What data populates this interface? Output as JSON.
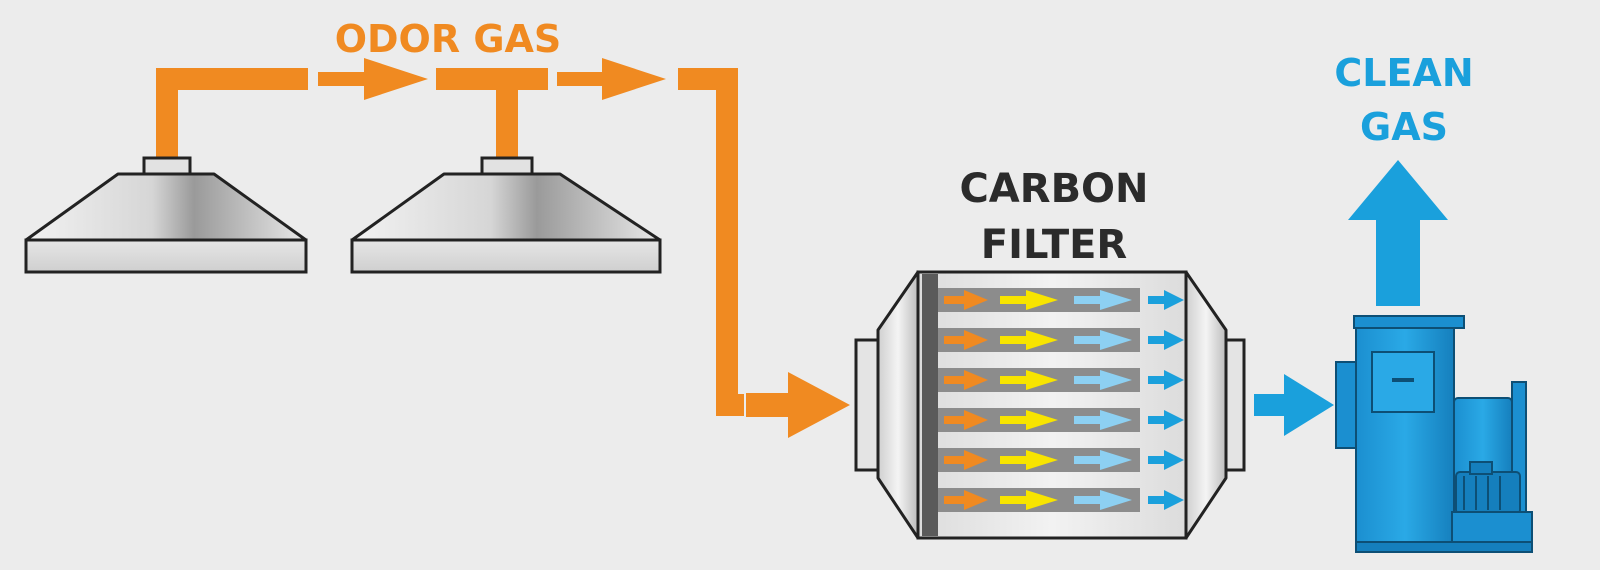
{
  "labels": {
    "odor_gas": "ODOR GAS",
    "carbon_filter_line1": "CARBON",
    "carbon_filter_line2": "FILTER",
    "clean_gas_line1": "CLEAN",
    "clean_gas_line2": "GAS"
  },
  "colors": {
    "background": "#ececec",
    "odor_orange": "#f08a21",
    "clean_blue": "#1aa0dc",
    "light_blue": "#8dd0f2",
    "yellow": "#f7e400",
    "dark_text": "#2b2b2b",
    "outline": "#222222"
  },
  "icons": [
    "hood-icon",
    "pipe-icon",
    "arrow-icon",
    "carbon-filter-icon",
    "fan-blower-icon",
    "motor-icon"
  ]
}
